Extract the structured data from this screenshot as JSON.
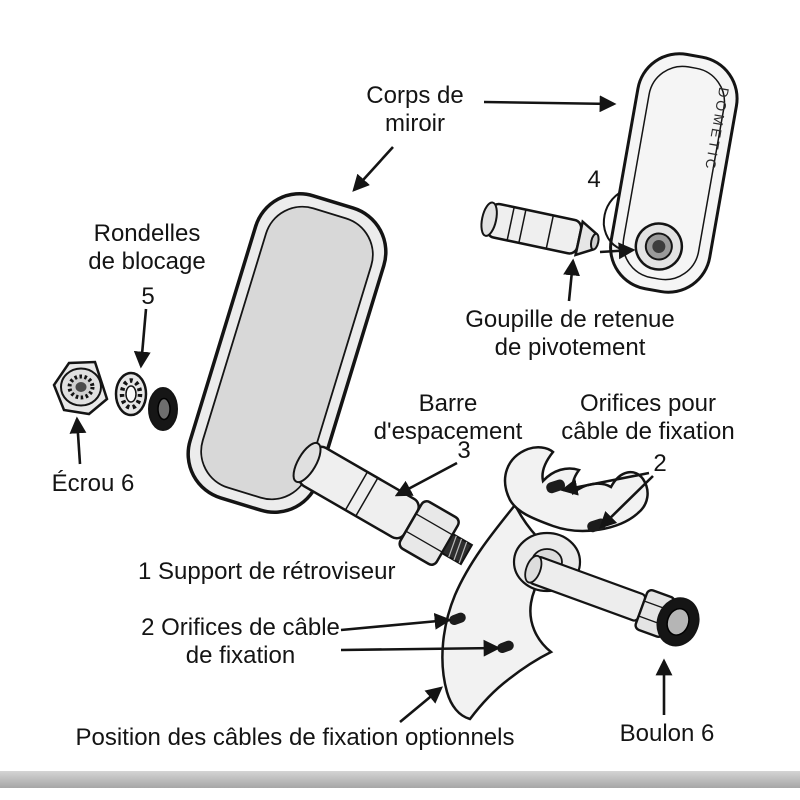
{
  "diagram": {
    "description": "Exploded parts diagram of a mirror assembly (French labels)",
    "labels": {
      "corps_miroir": "Corps de\nmiroir",
      "num_4": "4",
      "goupille": "Goupille de retenue\nde pivotement",
      "rondelles": "Rondelles\nde blocage",
      "num_5": "5",
      "ecrou": "Écrou 6",
      "barre": "Barre\nd'espacement",
      "num_3": "3",
      "orifices_pour": "Orifices pour\ncâble de fixation",
      "num_2": "2",
      "support": "1 Support de rétroviseur",
      "orifices_cable": "2 Orifices de câble\nde fixation",
      "position": "Position des câbles de fixation optionnels",
      "boulon": "Boulon 6",
      "brand": "DOMETIC"
    },
    "colors": {
      "ink": "#141414",
      "paper": "#ffffff",
      "part_fill": "#f0f0f0",
      "dark_part": "#161616"
    }
  }
}
